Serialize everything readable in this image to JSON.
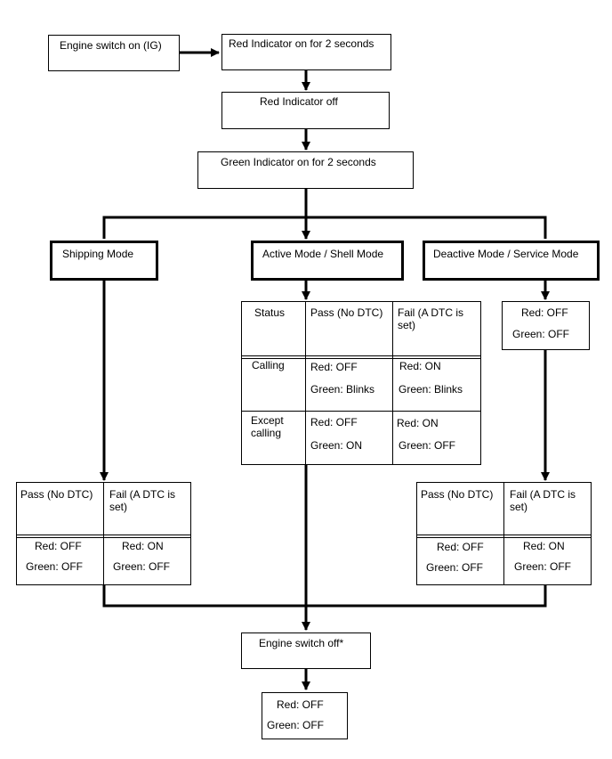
{
  "flow": {
    "engine_on": "Engine switch on (IG)",
    "red_on": "Red Indicator on for 2 seconds",
    "red_off": "Red Indicator off",
    "green_on": "Green Indicator on for 2 seconds",
    "engine_off": "Engine switch off*"
  },
  "modes": {
    "shipping": "Shipping Mode",
    "active": "Active Mode / Shell Mode",
    "deactive": "Deactive Mode / Service Mode"
  },
  "active_table": {
    "header": {
      "status": "Status",
      "pass": "Pass (No DTC)",
      "fail": "Fail (A DTC is set)"
    },
    "calling": {
      "label": "Calling",
      "pass_red": "Red: OFF",
      "pass_green": "Green: Blinks",
      "fail_red": "Red: ON",
      "fail_green": "Green: Blinks"
    },
    "except": {
      "label": "Except calling",
      "pass_red": "Red: OFF",
      "pass_green": "Green: ON",
      "fail_red": "Red: ON",
      "fail_green": "Green: OFF"
    }
  },
  "deactive_box": {
    "red": "Red: OFF",
    "green": "Green: OFF"
  },
  "shipping_table": {
    "pass": "Pass (No DTC)",
    "fail": "Fail (A DTC is set)",
    "pass_red": "Red: OFF",
    "pass_green": "Green: OFF",
    "fail_red": "Red: ON",
    "fail_green": "Green: OFF"
  },
  "service_table": {
    "pass": "Pass (No DTC)",
    "fail": "Fail (A DTC is set)",
    "pass_red": "Red: OFF",
    "pass_green": "Green: OFF",
    "fail_red": "Red: ON",
    "fail_green": "Green: OFF"
  },
  "final": {
    "red": "Red: OFF",
    "green": "Green: OFF"
  }
}
